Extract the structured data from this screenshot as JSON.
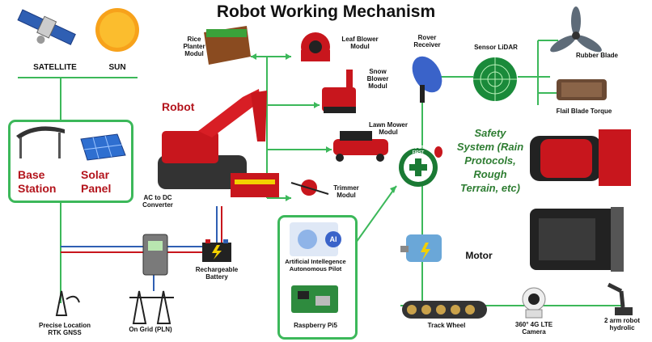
{
  "title": "Robot Working Mechanism",
  "robot_label": "Robot",
  "safety_text": "Safety\nSystem (Rain\nProtocols,\nRough\nTerrain, etc)",
  "safety_badge": "SAFETY FIRST",
  "labels": {
    "satellite": "SATELLITE",
    "sun": "SUN",
    "base_station": "Base\nStation",
    "solar_panel": "Solar\nPanel",
    "ac_dc": "AC to DC\nConverter",
    "battery": "Rechargeable\nBattery",
    "precise_location": "Precise Location\nRTK GNSS",
    "on_grid": "On Grid (PLN)",
    "rice_planter": "Rice\nPlanter\nModul",
    "leaf_blower": "Leaf Blower\nModul",
    "snow_blower": "Snow\nBlower\nModul",
    "lawn_mower": "Lawn Mower\nModul",
    "trimmer": "Trimmer\nModul",
    "ai_pilot": "Artificial Intellegence\nAutonomous Pilot",
    "raspberry": "Raspberry Pi5",
    "rover_receiver": "Rover\nReceiver",
    "sensor_lidar": "Sensor LiDAR",
    "rubber_blade": "Rubber Blade",
    "flail_blade": "Flail Blade Torque",
    "motor": "Motor",
    "track_wheel": "Track Wheel",
    "camera": "360° 4G LTE\nCamera",
    "arm_robot": "2 arm robot\nhydrolic",
    "ai_badge": "AI"
  },
  "colors": {
    "green_line": "#3cb85a",
    "red": "#c8161d",
    "blue_line": "#2f5fb3",
    "dark": "#222222"
  }
}
